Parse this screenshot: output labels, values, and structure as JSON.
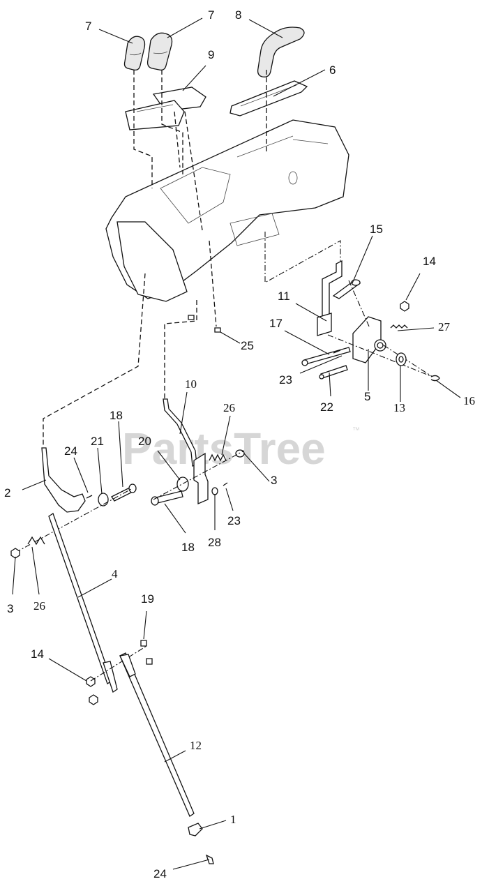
{
  "watermark": {
    "text": "PartsTree",
    "trademark": "™"
  },
  "callouts": [
    {
      "id": "c-7a",
      "label": "7"
    },
    {
      "id": "c-7b",
      "label": "7"
    },
    {
      "id": "c-8",
      "label": "8"
    },
    {
      "id": "c-9",
      "label": "9"
    },
    {
      "id": "c-6",
      "label": "6"
    },
    {
      "id": "c-15",
      "label": "15"
    },
    {
      "id": "c-14a",
      "label": "14"
    },
    {
      "id": "c-11",
      "label": "11"
    },
    {
      "id": "c-17",
      "label": "17"
    },
    {
      "id": "c-27",
      "label": "27"
    },
    {
      "id": "c-25",
      "label": "25"
    },
    {
      "id": "c-23a",
      "label": "23"
    },
    {
      "id": "c-22",
      "label": "22"
    },
    {
      "id": "c-5",
      "label": "5"
    },
    {
      "id": "c-13",
      "label": "13"
    },
    {
      "id": "c-16",
      "label": "16"
    },
    {
      "id": "c-10",
      "label": "10"
    },
    {
      "id": "c-26a",
      "label": "26"
    },
    {
      "id": "c-18a",
      "label": "18"
    },
    {
      "id": "c-20",
      "label": "20"
    },
    {
      "id": "c-24a",
      "label": "24"
    },
    {
      "id": "c-21",
      "label": "21"
    },
    {
      "id": "c-3a",
      "label": "3"
    },
    {
      "id": "c-2",
      "label": "2"
    },
    {
      "id": "c-23b",
      "label": "23"
    },
    {
      "id": "c-18b",
      "label": "18"
    },
    {
      "id": "c-28",
      "label": "28"
    },
    {
      "id": "c-3b",
      "label": "3"
    },
    {
      "id": "c-26b",
      "label": "26"
    },
    {
      "id": "c-4",
      "label": "4"
    },
    {
      "id": "c-19",
      "label": "19"
    },
    {
      "id": "c-14b",
      "label": "14"
    },
    {
      "id": "c-12",
      "label": "12"
    },
    {
      "id": "c-1",
      "label": "1"
    },
    {
      "id": "c-24b",
      "label": "24"
    }
  ]
}
